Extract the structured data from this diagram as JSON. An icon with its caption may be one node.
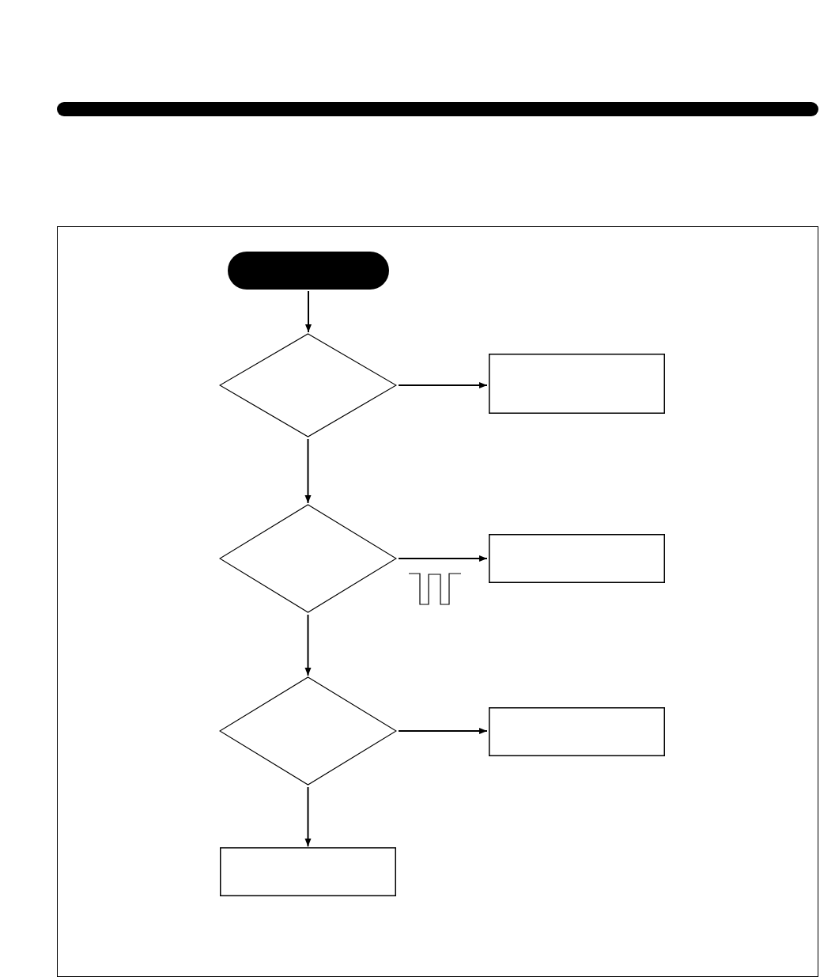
{
  "diagram": {
    "nodes": [
      {
        "text": [],
        "shape": "pill"
      },
      {
        "text": [],
        "shape": "diamond"
      },
      {
        "text": [],
        "shape": "box"
      },
      {
        "text": [],
        "shape": "diamond"
      },
      {
        "text": [],
        "shape": "box"
      },
      {
        "text": [],
        "shape": "diamond"
      },
      {
        "text": [],
        "shape": "box"
      },
      {
        "text": [],
        "shape": "box"
      }
    ],
    "edges": [
      {
        "from": 0,
        "to": 1,
        "arrow": "to"
      },
      {
        "from": 1,
        "to": 2,
        "arrow": "to"
      },
      {
        "from": 1,
        "to": 3,
        "arrow": "to"
      },
      {
        "from": 3,
        "to": 4,
        "arrow": "to"
      },
      {
        "from": 3,
        "to": 5,
        "arrow": "to"
      },
      {
        "from": 5,
        "to": 6,
        "arrow": "to"
      },
      {
        "from": 5,
        "to": 7,
        "arrow": "to"
      }
    ]
  }
}
